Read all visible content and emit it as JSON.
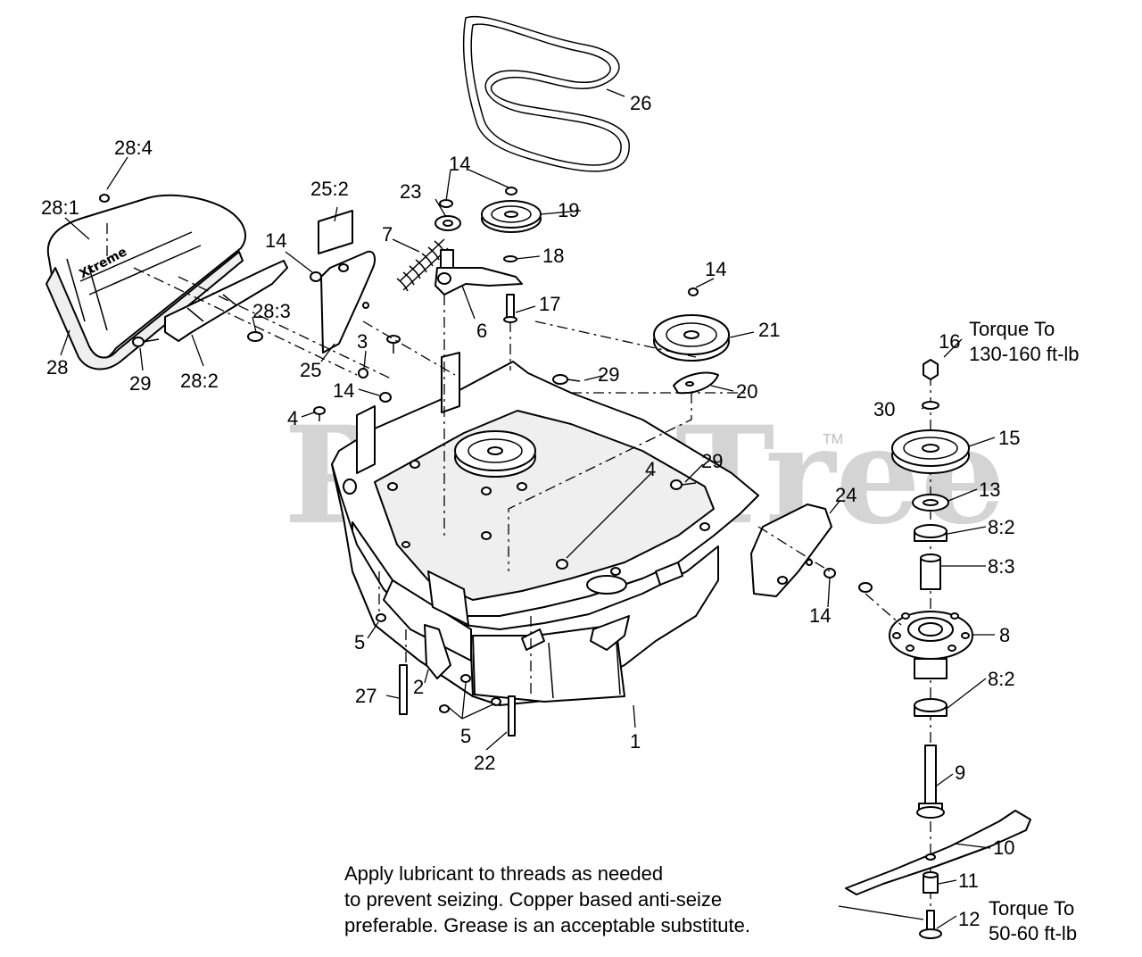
{
  "watermark": {
    "text": "PartsTree",
    "tm": "TM"
  },
  "callouts": [
    {
      "id": "26",
      "text": "26"
    },
    {
      "id": "28:4",
      "text": "28:4"
    },
    {
      "id": "28:1",
      "text": "28:1"
    },
    {
      "id": "28",
      "text": "28"
    },
    {
      "id": "28:2",
      "text": "28:2"
    },
    {
      "id": "28:3",
      "text": "28:3"
    },
    {
      "id": "29a",
      "text": "29"
    },
    {
      "id": "25:2",
      "text": "25:2"
    },
    {
      "id": "25",
      "text": "25"
    },
    {
      "id": "14a",
      "text": "14"
    },
    {
      "id": "14b",
      "text": "14"
    },
    {
      "id": "14c",
      "text": "14"
    },
    {
      "id": "14d",
      "text": "14"
    },
    {
      "id": "14e",
      "text": "14"
    },
    {
      "id": "23",
      "text": "23"
    },
    {
      "id": "19",
      "text": "19"
    },
    {
      "id": "7",
      "text": "7"
    },
    {
      "id": "18",
      "text": "18"
    },
    {
      "id": "17",
      "text": "17"
    },
    {
      "id": "6",
      "text": "6"
    },
    {
      "id": "21",
      "text": "21"
    },
    {
      "id": "20",
      "text": "20"
    },
    {
      "id": "3",
      "text": "3"
    },
    {
      "id": "29b",
      "text": "29"
    },
    {
      "id": "4a",
      "text": "4"
    },
    {
      "id": "4b",
      "text": "4"
    },
    {
      "id": "29c",
      "text": "29"
    },
    {
      "id": "24",
      "text": "24"
    },
    {
      "id": "5a",
      "text": "5"
    },
    {
      "id": "5b",
      "text": "5"
    },
    {
      "id": "27",
      "text": "27"
    },
    {
      "id": "2",
      "text": "2"
    },
    {
      "id": "22",
      "text": "22"
    },
    {
      "id": "1",
      "text": "1"
    },
    {
      "id": "16",
      "text": "16"
    },
    {
      "id": "30",
      "text": "30"
    },
    {
      "id": "15",
      "text": "15"
    },
    {
      "id": "13",
      "text": "13"
    },
    {
      "id": "8:2a",
      "text": "8:2"
    },
    {
      "id": "8:3",
      "text": "8:3"
    },
    {
      "id": "8",
      "text": "8"
    },
    {
      "id": "8:2b",
      "text": "8:2"
    },
    {
      "id": "9",
      "text": "9"
    },
    {
      "id": "10",
      "text": "10"
    },
    {
      "id": "11",
      "text": "11"
    },
    {
      "id": "12",
      "text": "12"
    }
  ],
  "torque_top": {
    "line1": "Torque To",
    "line2": "130-160 ft-lb"
  },
  "torque_bottom": {
    "line1": "Torque To",
    "line2": "50-60 ft-lb"
  },
  "note": {
    "line1": "Apply lubricant to threads as needed",
    "line2": "to prevent seizing. Copper based anti-seize",
    "line3": "preferable. Grease is an acceptable substitute."
  }
}
